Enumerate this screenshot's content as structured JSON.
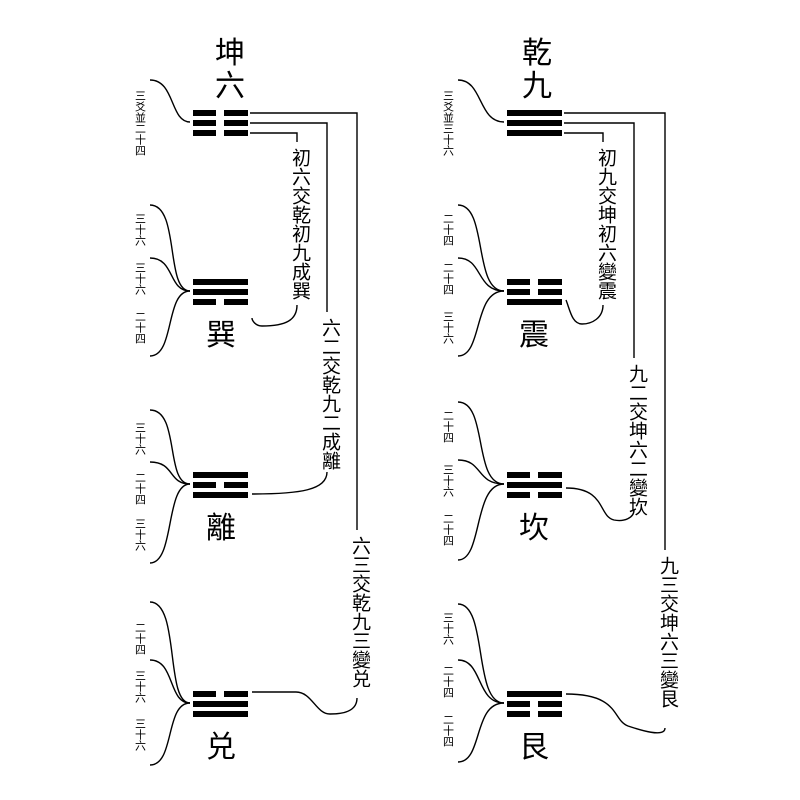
{
  "left": {
    "title_top": "坤",
    "title_bottom": "六",
    "source_numbers": "三爻並二十四",
    "branches": [
      {
        "name": "巽",
        "numbers": [
          "三十六",
          "三十六",
          "二十四"
        ],
        "annotation": "初六交乾初九成巽",
        "lines": [
          1,
          1,
          0
        ]
      },
      {
        "name": "離",
        "numbers": [
          "三十六",
          "二十四",
          "三十六"
        ],
        "annotation": "六二交乾九二成離",
        "lines": [
          1,
          0,
          1
        ]
      },
      {
        "name": "兑",
        "numbers": [
          "二十四",
          "三十六",
          "三十六"
        ],
        "annotation": "六三交乾九三變兑",
        "lines": [
          0,
          1,
          1
        ]
      }
    ]
  },
  "right": {
    "title_top": "乾",
    "title_bottom": "九",
    "source_numbers": "三爻並三十六",
    "branches": [
      {
        "name": "震",
        "numbers": [
          "二十四",
          "二十四",
          "三十六"
        ],
        "annotation": "初九交坤初六變震",
        "lines": [
          0,
          0,
          1
        ]
      },
      {
        "name": "坎",
        "numbers": [
          "二十四",
          "三十六",
          "二十四"
        ],
        "annotation": "九二交坤六二變坎",
        "lines": [
          0,
          1,
          0
        ]
      },
      {
        "name": "艮",
        "numbers": [
          "三十六",
          "二十四",
          "二十四"
        ],
        "annotation": "九三交坤六三變艮",
        "lines": [
          1,
          0,
          0
        ]
      }
    ]
  }
}
